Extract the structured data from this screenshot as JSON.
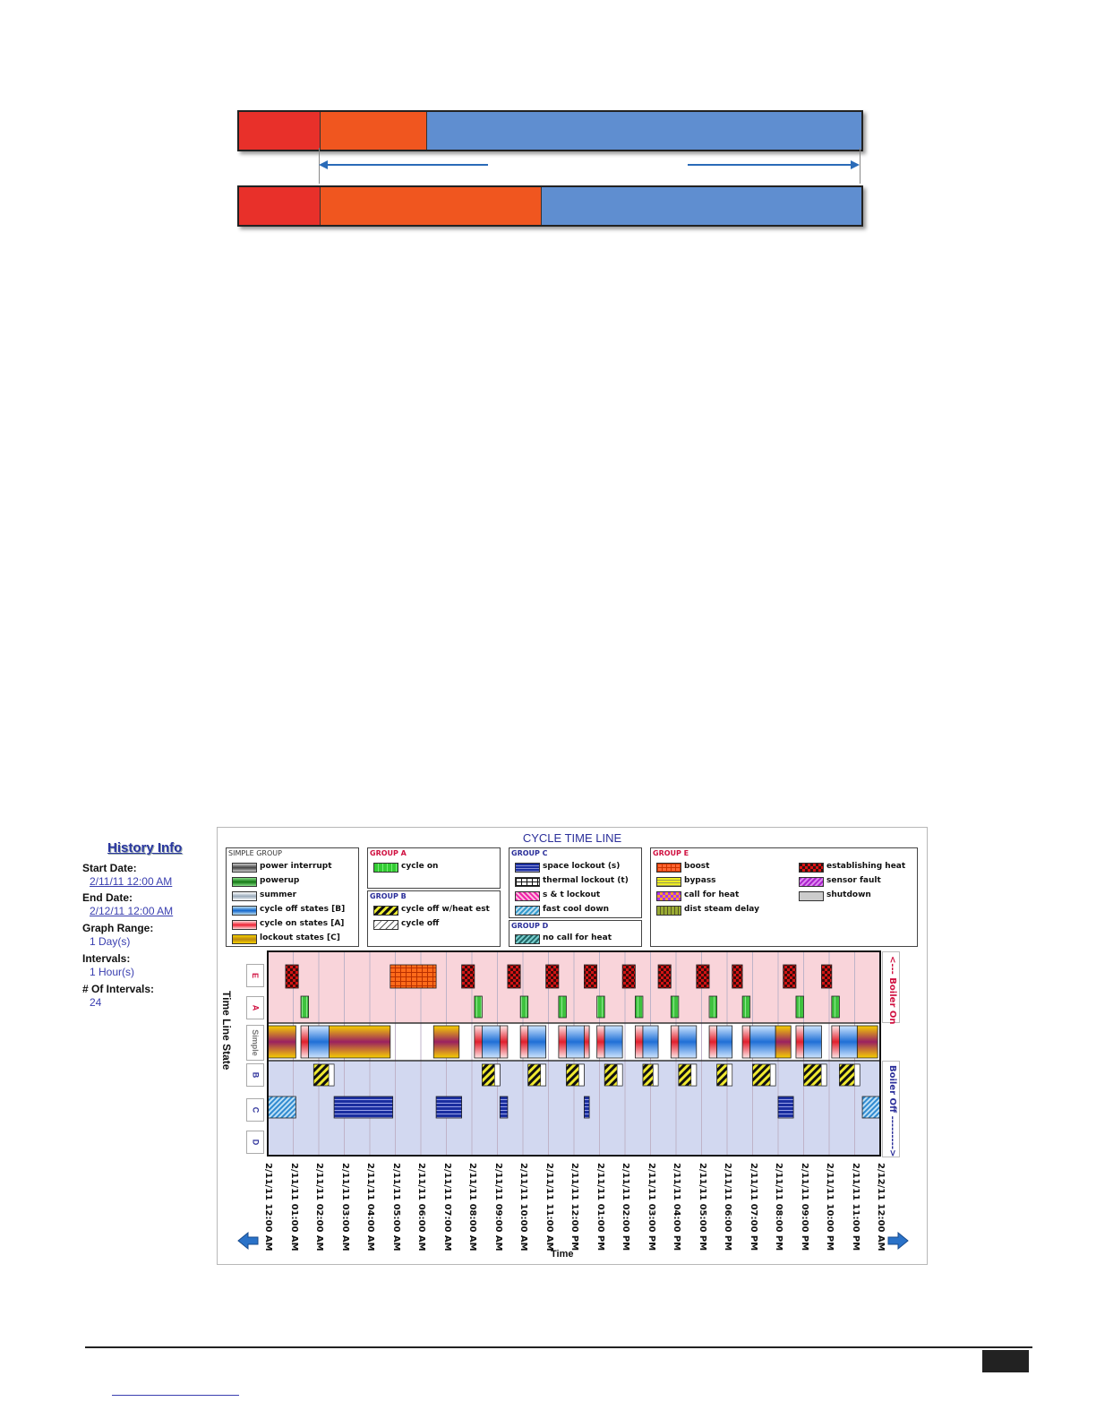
{
  "chart_panel": {
    "title": "CYCLE TIME LINE",
    "y_axis_label": "Time Line State",
    "x_axis_label": "Time",
    "boiler_on_label": "<--- Boiler On",
    "boiler_off_label": "Boiler Off --------->",
    "row_labels": [
      "E",
      "A",
      "Simple",
      "B",
      "C",
      "D"
    ],
    "time_labels": [
      "2/11/11 12:00 AM",
      "2/11/11 01:00 AM",
      "2/11/11 02:00 AM",
      "2/11/11 03:00 AM",
      "2/11/11 04:00 AM",
      "2/11/11 05:00 AM",
      "2/11/11 06:00 AM",
      "2/11/11 07:00 AM",
      "2/11/11 08:00 AM",
      "2/11/11 09:00 AM",
      "2/11/11 10:00 AM",
      "2/11/11 11:00 AM",
      "2/11/11 12:00 PM",
      "2/11/11 01:00 PM",
      "2/11/11 02:00 PM",
      "2/11/11 03:00 PM",
      "2/11/11 04:00 PM",
      "2/11/11 05:00 PM",
      "2/11/11 06:00 PM",
      "2/11/11 07:00 PM",
      "2/11/11 08:00 PM",
      "2/11/11 09:00 PM",
      "2/11/11 10:00 PM",
      "2/11/11 11:00 PM",
      "2/12/11 12:00 AM"
    ],
    "legend": {
      "simple": {
        "title": "SIMPLE GROUP",
        "items": [
          "power interrupt",
          "powerup",
          "summer",
          "cycle off states [B]",
          "cycle on states [A]",
          "lockout states [C]"
        ]
      },
      "group_a": {
        "title": "GROUP A",
        "items": [
          "cycle on"
        ]
      },
      "group_b": {
        "title": "GROUP B",
        "items": [
          "cycle off w/heat est",
          "cycle off"
        ]
      },
      "group_c": {
        "title": "GROUP C",
        "items": [
          "space lockout (s)",
          "thermal lockout (t)",
          "s & t lockout",
          "fast cool down"
        ]
      },
      "group_d": {
        "title": "GROUP D",
        "items": [
          "no call for heat"
        ]
      },
      "group_e": {
        "title": "GROUP E",
        "items": [
          "boost",
          "bypass",
          "call for heat",
          "dist steam delay",
          "establishing heat",
          "sensor fault",
          "shutdown"
        ]
      }
    }
  },
  "history_info": {
    "title": "History Info",
    "start_label": "Start Date:",
    "start_value": "2/11/11 12:00 AM",
    "end_label": "End Date:",
    "end_value": "2/12/11 12:00 AM",
    "range_label": "Graph Range:",
    "range_value": "1 Day(s)",
    "intervals_label": "Intervals:",
    "intervals_value": "1 Hour(s)",
    "count_label": "# Of Intervals:",
    "count_value": "24"
  },
  "chart_data": {
    "type": "gantt",
    "x_unit": "hours from 2/11/11 12:00 AM",
    "xlim": [
      0,
      24
    ],
    "rows": {
      "E": [
        [
          0.7,
          1.2,
          "establishing heat"
        ],
        [
          4.8,
          6.6,
          "boost"
        ],
        [
          7.6,
          8.1,
          "establishing heat"
        ],
        [
          9.4,
          9.9,
          "establishing heat"
        ],
        [
          10.9,
          11.4,
          "establishing heat"
        ],
        [
          12.4,
          12.9,
          "establishing heat"
        ],
        [
          13.9,
          14.4,
          "establishing heat"
        ],
        [
          15.3,
          15.8,
          "establishing heat"
        ],
        [
          16.8,
          17.3,
          "establishing heat"
        ],
        [
          18.2,
          18.6,
          "establishing heat"
        ],
        [
          20.2,
          20.7,
          "establishing heat"
        ],
        [
          21.7,
          22.1,
          "establishing heat"
        ]
      ],
      "A": [
        [
          1.3,
          1.6,
          "cycle on"
        ],
        [
          8.1,
          8.4,
          "cycle on"
        ],
        [
          9.9,
          10.2,
          "cycle on"
        ],
        [
          11.4,
          11.7,
          "cycle on"
        ],
        [
          12.9,
          13.2,
          "cycle on"
        ],
        [
          14.4,
          14.7,
          "cycle on"
        ],
        [
          15.8,
          16.1,
          "cycle on"
        ],
        [
          17.3,
          17.6,
          "cycle on"
        ],
        [
          18.6,
          18.9,
          "cycle on"
        ],
        [
          20.7,
          21.0,
          "cycle on"
        ],
        [
          22.1,
          22.4,
          "cycle on"
        ]
      ],
      "Simple": [
        [
          0.0,
          1.1,
          "lockout"
        ],
        [
          1.3,
          1.6,
          "cycle on"
        ],
        [
          1.6,
          2.4,
          "cycle off"
        ],
        [
          2.4,
          4.8,
          "lockout"
        ],
        [
          6.5,
          7.5,
          "lockout"
        ],
        [
          8.1,
          8.4,
          "cycle on"
        ],
        [
          8.4,
          9.1,
          "cycle off"
        ],
        [
          9.1,
          9.4,
          "cycle on"
        ],
        [
          9.9,
          10.2,
          "cycle on"
        ],
        [
          10.2,
          10.9,
          "cycle off"
        ],
        [
          11.4,
          11.7,
          "cycle on"
        ],
        [
          11.7,
          12.4,
          "cycle off"
        ],
        [
          12.4,
          12.6,
          "cycle on"
        ],
        [
          12.9,
          13.2,
          "cycle on"
        ],
        [
          13.2,
          13.9,
          "cycle off"
        ],
        [
          14.4,
          14.7,
          "cycle on"
        ],
        [
          14.7,
          15.3,
          "cycle off"
        ],
        [
          15.8,
          16.1,
          "cycle on"
        ],
        [
          16.1,
          16.8,
          "cycle off"
        ],
        [
          17.3,
          17.6,
          "cycle on"
        ],
        [
          17.6,
          18.2,
          "cycle off"
        ],
        [
          18.6,
          18.9,
          "cycle on"
        ],
        [
          18.9,
          19.9,
          "cycle off"
        ],
        [
          19.9,
          20.5,
          "lockout"
        ],
        [
          20.7,
          21.0,
          "cycle on"
        ],
        [
          21.0,
          21.7,
          "cycle off"
        ],
        [
          22.1,
          22.4,
          "cycle on"
        ],
        [
          22.4,
          23.1,
          "cycle off"
        ],
        [
          23.1,
          23.9,
          "lockout"
        ]
      ],
      "B": [
        [
          1.8,
          2.6,
          "cycle off w/heat est"
        ],
        [
          8.4,
          9.1,
          "cycle off w/heat est"
        ],
        [
          10.2,
          10.9,
          "cycle off w/heat est"
        ],
        [
          11.7,
          12.4,
          "cycle off w/heat est"
        ],
        [
          13.2,
          13.9,
          "cycle off w/heat est"
        ],
        [
          14.7,
          15.3,
          "cycle off w/heat est"
        ],
        [
          16.1,
          16.8,
          "cycle off w/heat est"
        ],
        [
          17.6,
          18.2,
          "cycle off w/heat est"
        ],
        [
          19.0,
          19.9,
          "cycle off w/heat est"
        ],
        [
          21.0,
          21.9,
          "cycle off w/heat est"
        ],
        [
          22.4,
          23.2,
          "cycle off w/heat est"
        ]
      ],
      "C": [
        [
          0.0,
          1.1,
          "fast cool down"
        ],
        [
          2.6,
          4.9,
          "space lockout"
        ],
        [
          6.6,
          7.6,
          "space lockout"
        ],
        [
          9.1,
          9.4,
          "space lockout"
        ],
        [
          12.4,
          12.6,
          "space lockout"
        ],
        [
          20.0,
          20.6,
          "space lockout"
        ],
        [
          23.3,
          24.0,
          "fast cool down"
        ]
      ],
      "D": []
    }
  }
}
